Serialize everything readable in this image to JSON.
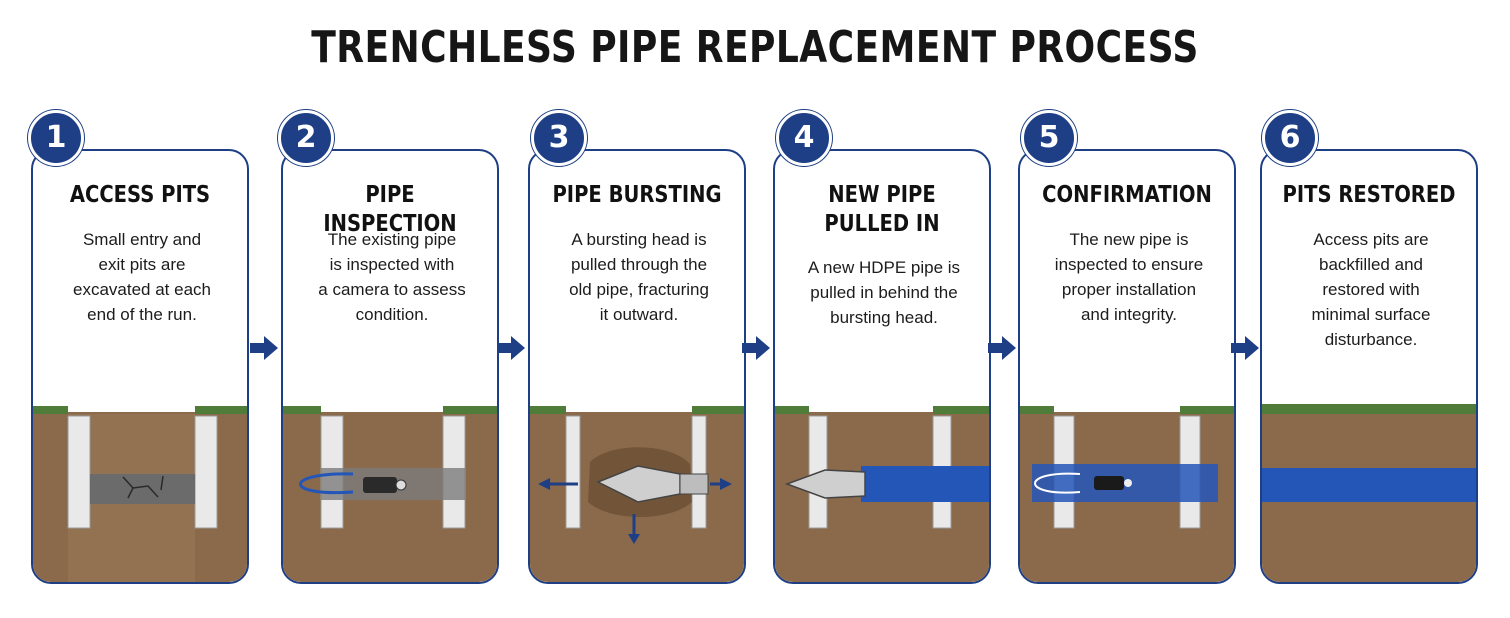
{
  "title": "TRENCHLESS PIPE REPLACEMENT PROCESS",
  "steps": [
    {
      "number": "1",
      "heading": [
        "ACCESS PITS"
      ],
      "description": [
        "Small entry and",
        "exit pits are",
        "excavated at each",
        "end of the run."
      ]
    },
    {
      "number": "2",
      "heading": [
        "PIPE INSPECTION"
      ],
      "description": [
        "The existing pipe",
        "is inspected with",
        "a camera to assess",
        "condition."
      ]
    },
    {
      "number": "3",
      "heading": [
        "PIPE BURSTING"
      ],
      "description": [
        "A bursting head is",
        "pulled through the",
        "old pipe, fracturing",
        "it outward."
      ]
    },
    {
      "number": "4",
      "heading": [
        "NEW PIPE",
        "PULLED IN"
      ],
      "description": [
        "A new HDPE pipe is",
        "pulled in behind the",
        "bursting head."
      ]
    },
    {
      "number": "5",
      "heading": [
        "CONFIRMATION"
      ],
      "description": [
        "The new pipe is",
        "inspected to ensure",
        "proper installation",
        "and integrity."
      ]
    },
    {
      "number": "6",
      "heading": [
        "PITS RESTORED"
      ],
      "description": [
        "Access pits are",
        "backfilled and",
        "restored with",
        "minimal surface",
        "disturbance."
      ]
    }
  ],
  "colors": {
    "accent": "#1e3f85",
    "soil": "#8a6a4a",
    "grass": "#4f7d39",
    "new_pipe": "#2456b8",
    "old_pipe": "#6b6b6b"
  }
}
